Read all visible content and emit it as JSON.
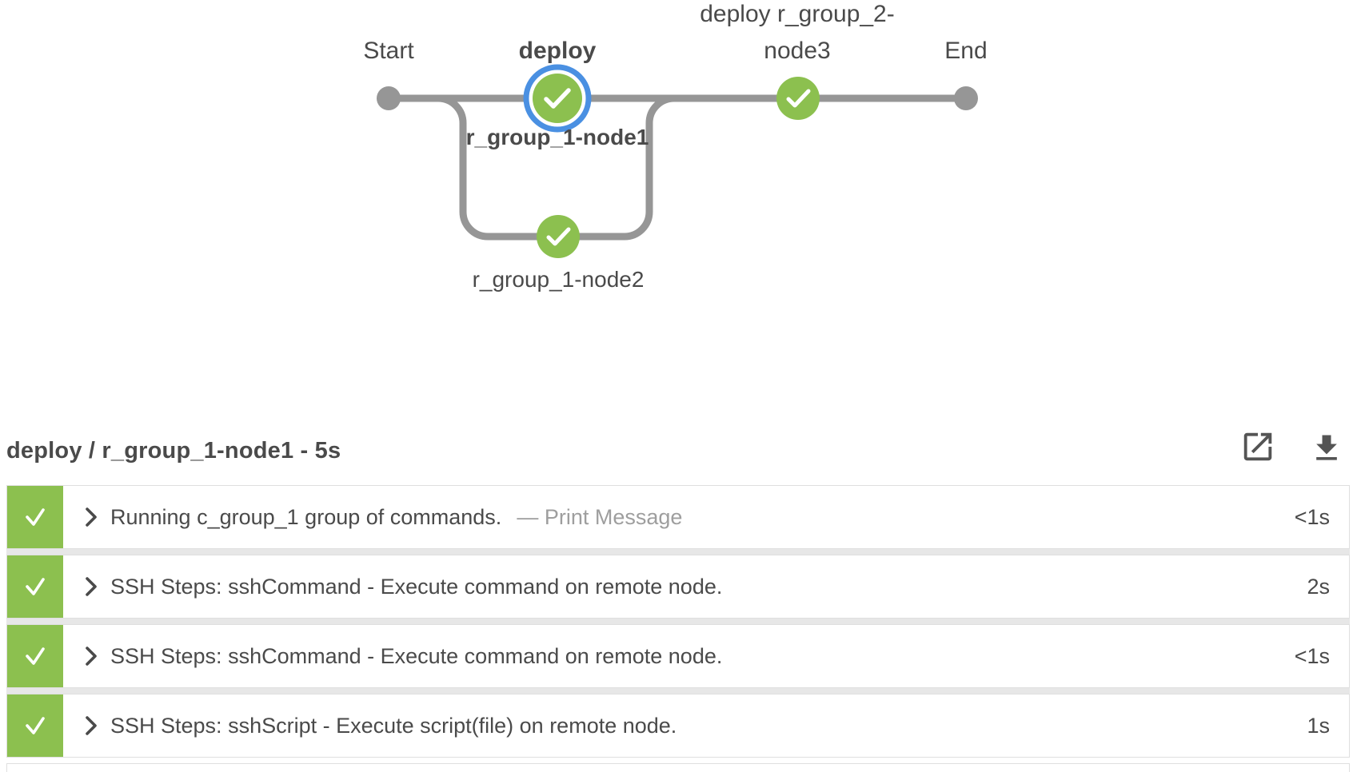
{
  "pipeline": {
    "nodes": {
      "start_label": "Start",
      "stage_deploy_label": "deploy",
      "deploy_branch1_label": "r_group_1-node1",
      "deploy_branch2_label": "r_group_1-node2",
      "stage2_label_line1": "deploy r_group_2-",
      "stage2_label_line2": "node3",
      "end_label": "End"
    },
    "colors": {
      "success_green": "#8cc04f",
      "selected_ring_blue": "#4a90e2",
      "line_gray": "#969696"
    }
  },
  "log": {
    "title": "deploy / r_group_1-node1 - 5s",
    "actions": {
      "open_icon": "external-link",
      "download_icon": "download"
    },
    "steps": [
      {
        "label": "Running c_group_1 group of commands.",
        "annotation": "— Print Message",
        "duration": "<1s",
        "status": "success"
      },
      {
        "label": "SSH Steps: sshCommand - Execute command on remote node.",
        "annotation": "",
        "duration": "2s",
        "status": "success"
      },
      {
        "label": "SSH Steps: sshCommand - Execute command on remote node.",
        "annotation": "",
        "duration": "<1s",
        "status": "success"
      },
      {
        "label": "SSH Steps: sshScript - Execute script(file) on remote node.",
        "annotation": "",
        "duration": "1s",
        "status": "success"
      }
    ],
    "colors": {
      "row_border": "#dfdfdf",
      "row_gap": "#e7e7e7",
      "text_dark": "#4a4a4a",
      "text_muted": "#9e9e9e",
      "icon_gray": "#545454"
    }
  }
}
